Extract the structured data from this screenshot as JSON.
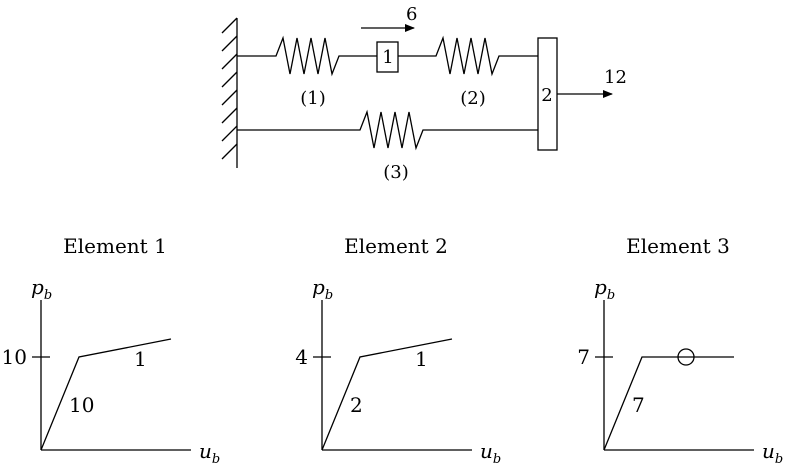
{
  "structure": {
    "nodes": [
      {
        "label": "1",
        "load": "6"
      },
      {
        "label": "2",
        "load": "12"
      }
    ],
    "springs": [
      {
        "label": "(1)"
      },
      {
        "label": "(2)"
      },
      {
        "label": "(3)"
      }
    ]
  },
  "axes": {
    "y_label_base": "p",
    "y_label_sub": "b",
    "x_label_base": "u",
    "x_label_sub": "b"
  },
  "chart_data": [
    {
      "type": "line",
      "title": "Element 1",
      "yield_force": 10,
      "y_tick_label": "10",
      "elastic_stiffness_label": "10",
      "hardening_stiffness_label": "1",
      "perfectly_plastic": false
    },
    {
      "type": "line",
      "title": "Element 2",
      "yield_force": 4,
      "y_tick_label": "4",
      "elastic_stiffness_label": "2",
      "hardening_stiffness_label": "1",
      "perfectly_plastic": false
    },
    {
      "type": "line",
      "title": "Element 3",
      "yield_force": 7,
      "y_tick_label": "7",
      "elastic_stiffness_label": "7",
      "hardening_stiffness_label": "",
      "perfectly_plastic": true
    }
  ]
}
